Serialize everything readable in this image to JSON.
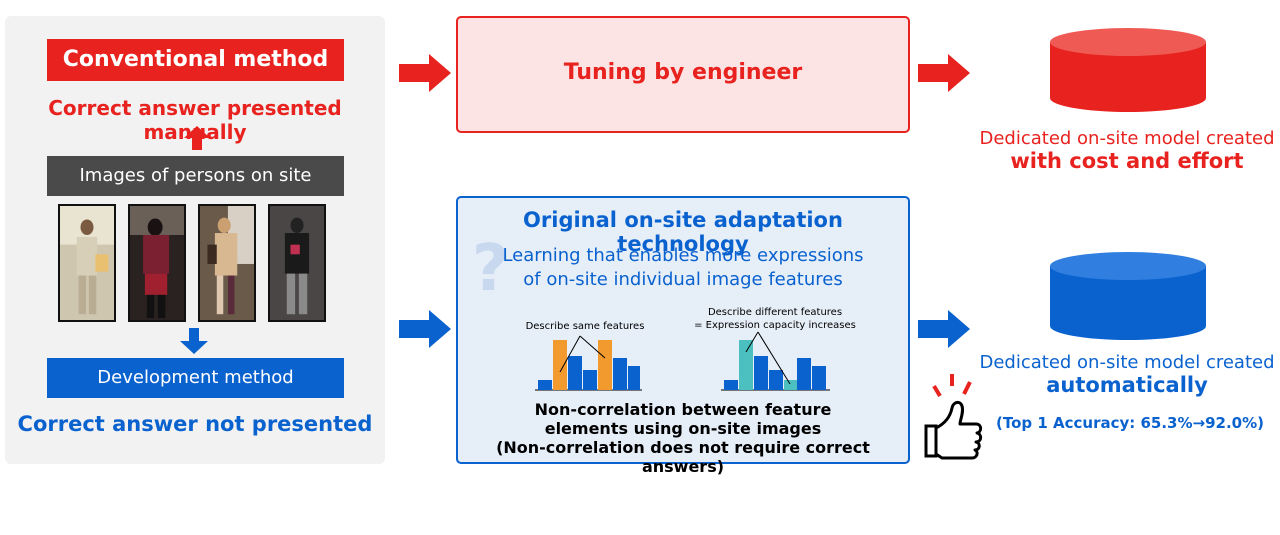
{
  "conventional": {
    "title": "Conventional method",
    "subtitle": "Correct answer presented manually"
  },
  "images": {
    "label": "Images of persons on site"
  },
  "development": {
    "title": "Development method",
    "subtitle": "Correct answer not presented"
  },
  "tuning": {
    "label": "Tuning by engineer"
  },
  "original": {
    "title": "Original on-site adaptation technology",
    "subtitle_line1": "Learning that enables more expressions",
    "subtitle_line2": "of on-site individual image features",
    "same_features": "Describe same features",
    "different_line1": "Describe different features",
    "different_line2": "= Expression capacity increases",
    "noncorr_line1": "Non-correlation between feature",
    "noncorr_line2": "elements using on-site images",
    "noncorr_line3": "(Non-correlation does not require correct answers)"
  },
  "result_red": {
    "line1": "Dedicated on-site model created",
    "line2": "with cost and effort"
  },
  "result_blue": {
    "line1": "Dedicated on-site model created",
    "line2": "automatically",
    "accuracy": "(Top 1 Accuracy: 65.3%→92.0%)"
  },
  "colors": {
    "red": "#e8221e",
    "blue": "#0a62cf",
    "orange": "#f29a2e",
    "teal": "#4cc0c0",
    "dark_gray": "#4a4a4a"
  },
  "icons": [
    "arrow-right-icon",
    "arrow-up-icon",
    "arrow-down-icon",
    "database-icon",
    "thumbs-up-icon",
    "question-mark-icon"
  ]
}
